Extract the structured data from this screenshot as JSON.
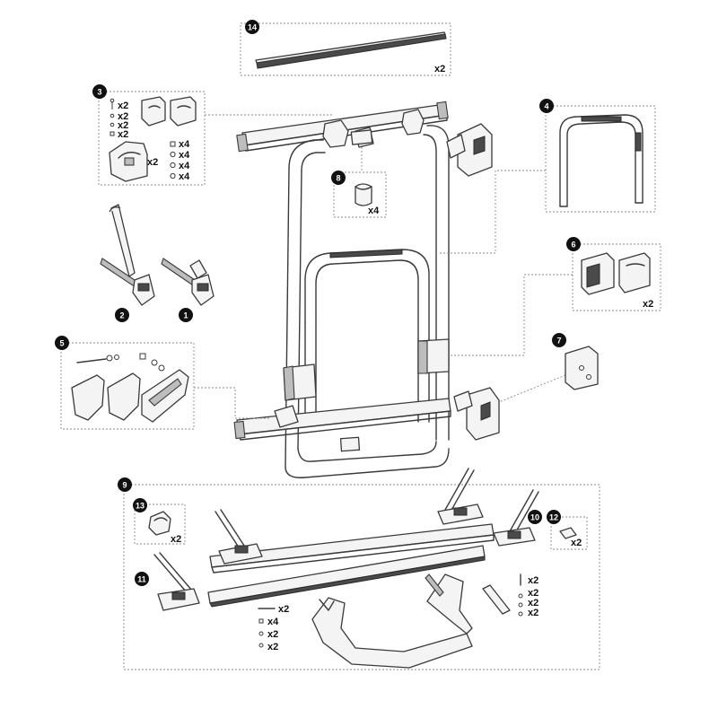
{
  "diagram": {
    "parts": [
      {
        "id": "14",
        "badge": "14",
        "quantity": "x2"
      },
      {
        "id": "3",
        "badge": "3",
        "quantities": [
          "x2",
          "x2",
          "x2",
          "x2",
          "x2",
          "x4",
          "x4",
          "x4",
          "x4"
        ]
      },
      {
        "id": "8",
        "badge": "8",
        "quantity": "x4"
      },
      {
        "id": "4",
        "badge": "4"
      },
      {
        "id": "2",
        "badge": "2"
      },
      {
        "id": "1",
        "badge": "1"
      },
      {
        "id": "6",
        "badge": "6",
        "quantity": "x2"
      },
      {
        "id": "5",
        "badge": "5"
      },
      {
        "id": "7",
        "badge": "7"
      },
      {
        "id": "9",
        "badge": "9"
      },
      {
        "id": "13",
        "badge": "13",
        "quantity": "x2"
      },
      {
        "id": "10",
        "badge": "10"
      },
      {
        "id": "12",
        "badge": "12",
        "quantity": "x2"
      },
      {
        "id": "11",
        "badge": "11"
      },
      {
        "id": "9-hardware-left",
        "quantities": [
          "x2",
          "x4",
          "x2",
          "x2"
        ]
      },
      {
        "id": "9-hardware-right",
        "quantities": [
          "x2",
          "x2",
          "x2",
          "x2"
        ]
      }
    ]
  }
}
